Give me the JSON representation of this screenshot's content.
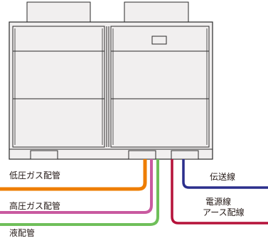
{
  "labels": {
    "low_pressure_gas_pipe": "低圧ガス配管",
    "high_pressure_gas_pipe": "高圧ガス配管",
    "liquid_pipe": "液配管",
    "transmission_line": "伝送線",
    "power_line": "電源線",
    "earth_line": "アース配線"
  },
  "colors": {
    "low_pressure_gas_pipe": "#ee7d00",
    "high_pressure_gas_pipe": "#c95aa0",
    "liquid_pipe": "#6fbf5a",
    "transmission_line": "#2b2f8c",
    "power_earth_line": "#b5123a",
    "unit_panel": "#f1efef",
    "unit_outline": "#2a2a2a"
  },
  "icons": [
    "fan-icon",
    "control-panel-icon",
    "pipe-port-icon"
  ]
}
